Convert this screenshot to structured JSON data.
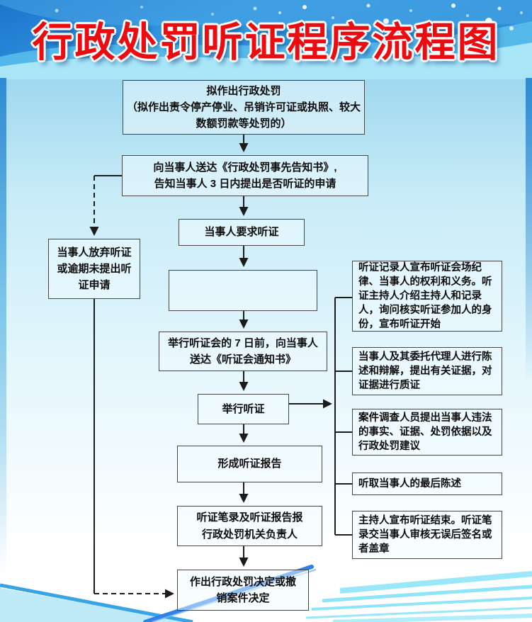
{
  "title": "行政处罚听证程序流程图",
  "colors": {
    "title_red": "#ea0c10",
    "banner_blue": "#2b8fd8",
    "banner_light_wave": "#a9e6f8",
    "box_border": "#474747",
    "accent_cyan": "#8ee4f8",
    "streak_blue": "#2f80e8"
  },
  "flow": {
    "step_propose": "拟作出行政处罚\n（拟作出责令停产停业、吊销许可证或执照、较大\n数额罚款等处罚的）",
    "step_notice": "向当事人送达《行政处罚事先告知书》,\n告知当事人 3 日内提出是否听证的申请",
    "step_request": "当事人要求听证",
    "step_blank": "",
    "step_notify_hearing": "举行听证会的 7 日前，向当事人\n送达《听证会通知书》",
    "step_hold_hearing": "举行听证",
    "step_report": "形成听证报告",
    "step_submit": "听证笔录及听证报告报\n行政处罚机关负责人",
    "step_decision": "作出行政处罚决定或撤\n销案件决定",
    "step_waive": "当事人放弃听证\n或逾期未提出听\n证申请",
    "hearing_details": [
      "听证记录人宣布听证会场纪律、当事人的权利和义务。听证主持人介绍主持人和记录人，询问核实听证参加人的身份，宣布听证开始",
      "当事人及其委托代理人进行陈述和辩解，提出有关证据，对证据进行质证",
      "案件调查人员提出当事人违法的事实、证据、处罚依据以及行政处罚建议",
      "听取当事人的最后陈述",
      "主持人宣布听证结束。听证笔录交当事人审核无误后签名或者盖章"
    ]
  }
}
